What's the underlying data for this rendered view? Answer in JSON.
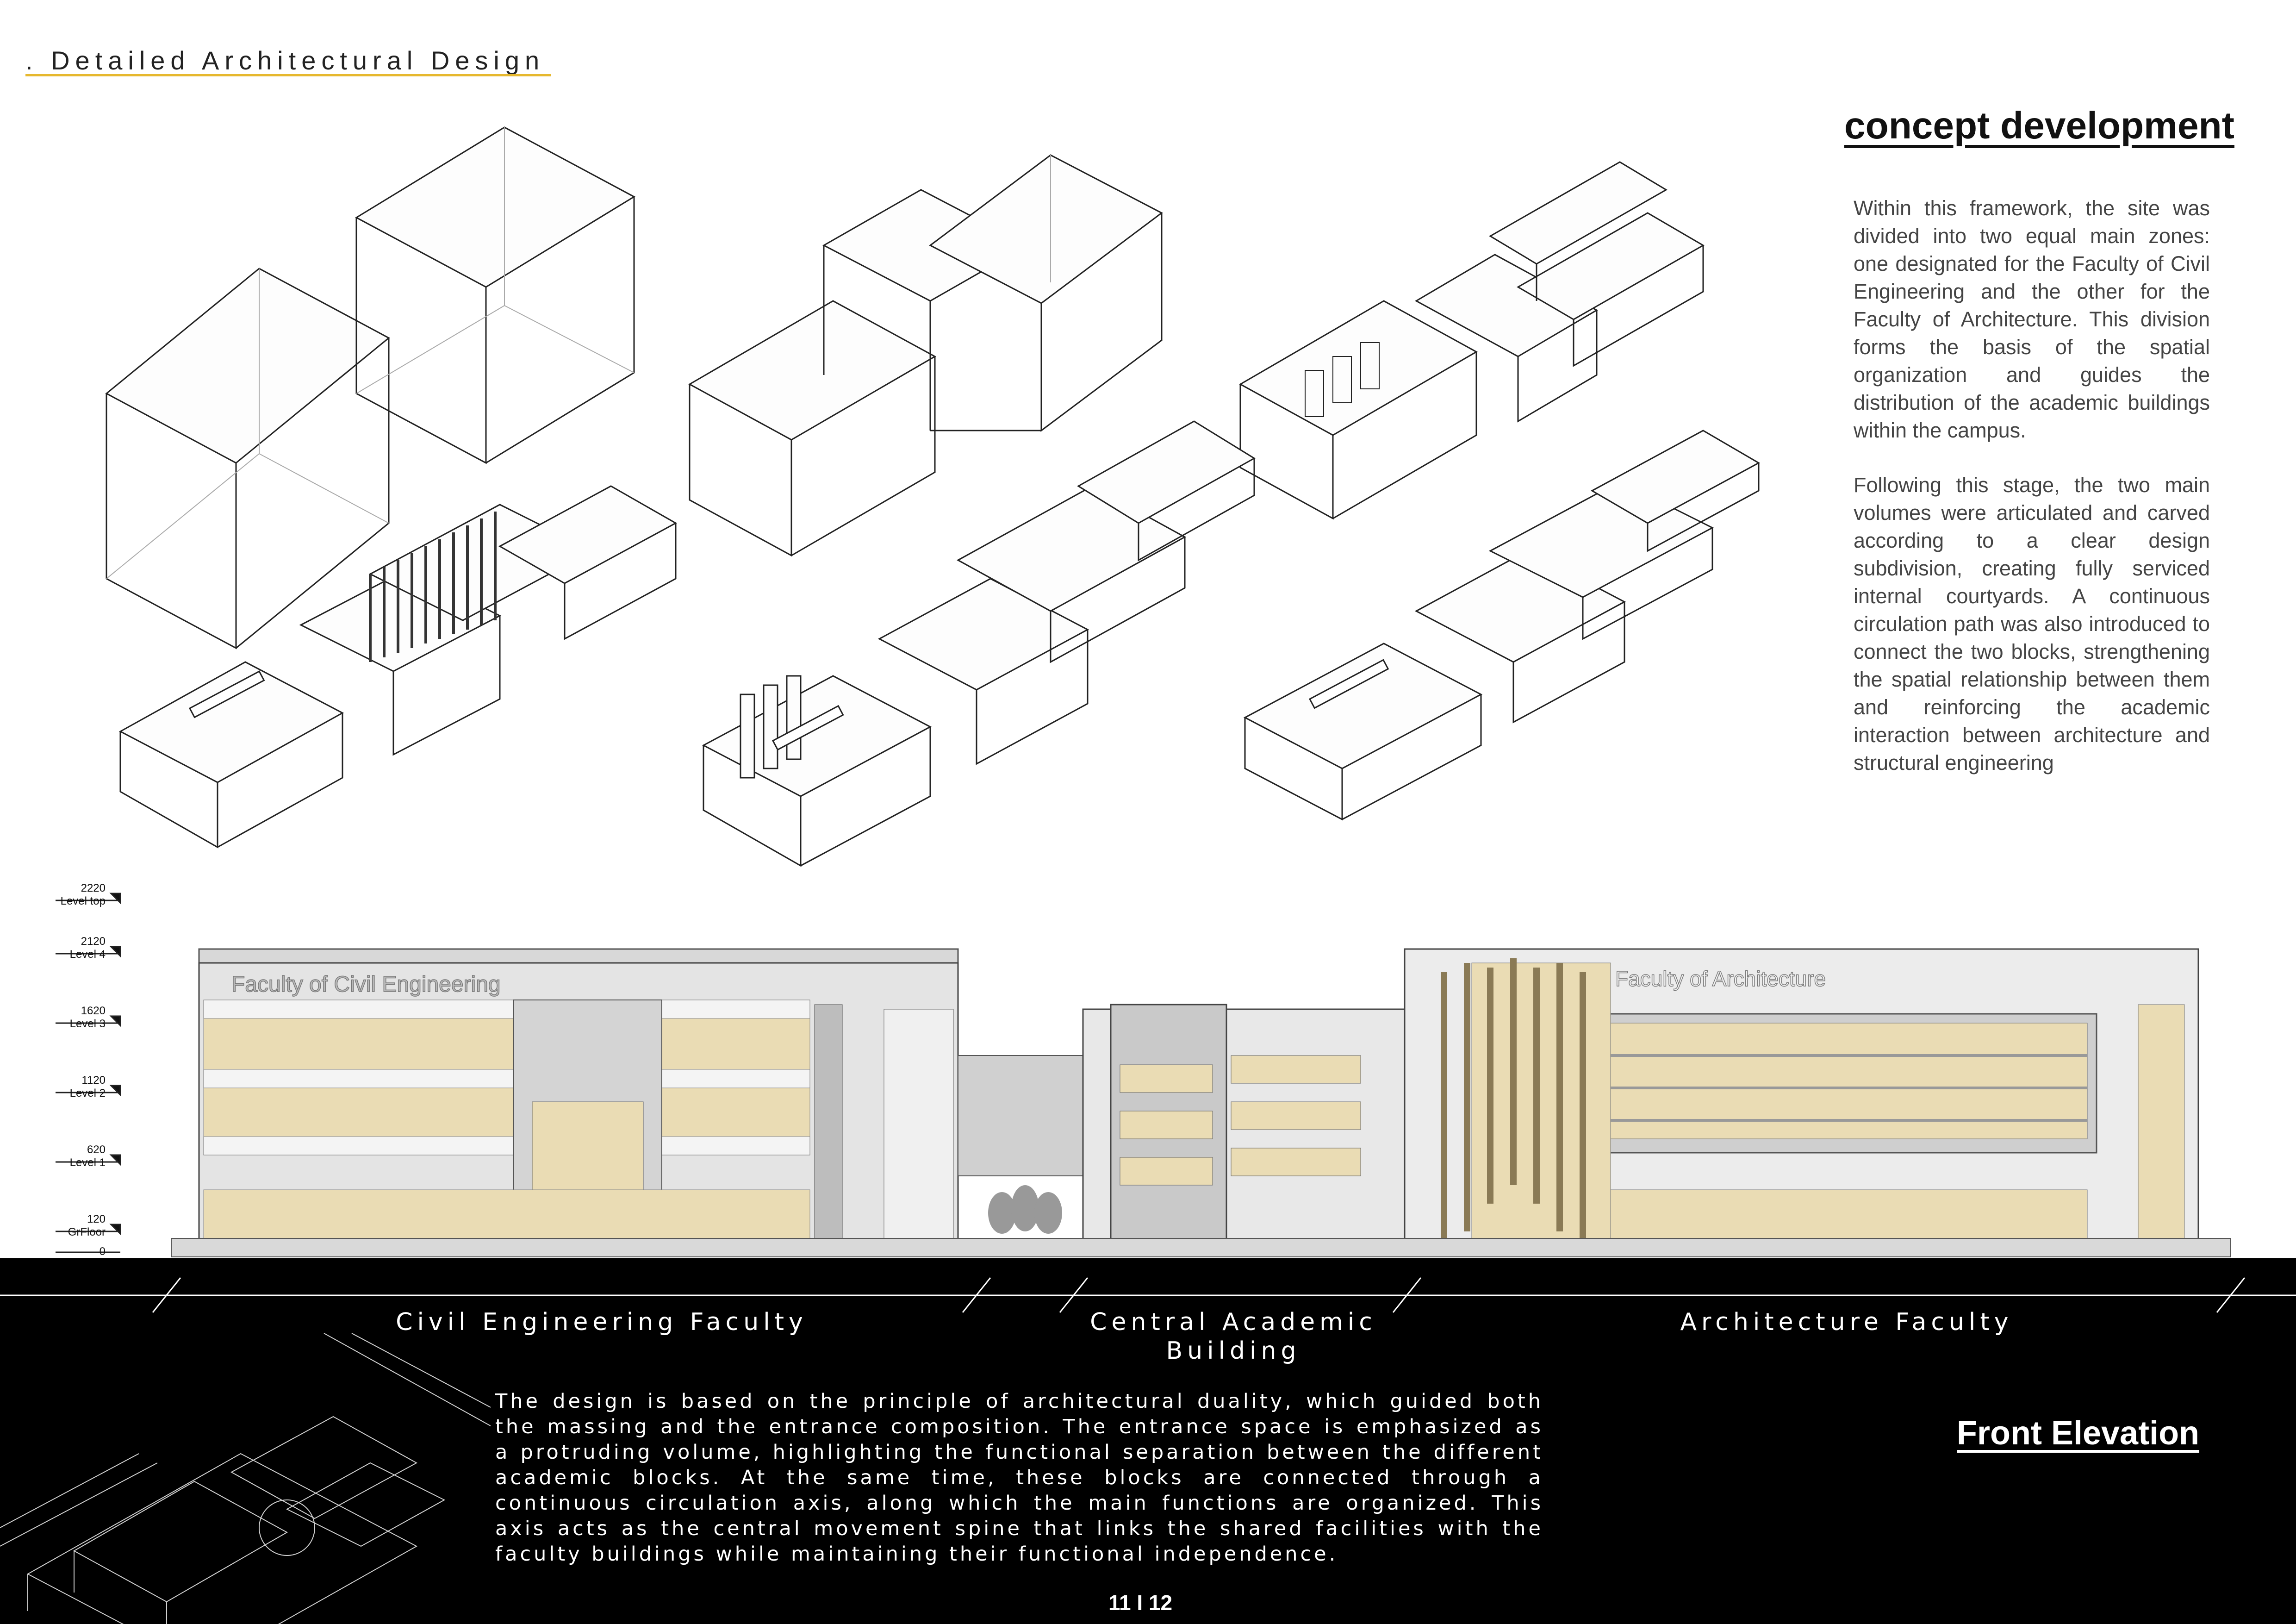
{
  "header": {
    "title": ". Detailed Architectural Design"
  },
  "concept": {
    "title": "concept development",
    "paragraph_1": "Within this framework, the site was divided into two equal main zones: one designated for the Faculty of Civil Engineering and the other for the Faculty of Architecture. This division forms the basis of the spatial organization and guides the distribution of the academic buildings within the campus.",
    "paragraph_2": "Following this stage, the two main volumes were articulated and carved according to a clear design subdivision, creating fully serviced internal courtyards. A continuous circulation path was also introduced to connect the two blocks, strengthening the spatial relationship between them and reinforcing the academic interaction between architecture and structural engineering"
  },
  "elevation": {
    "levels": [
      {
        "value": "2220",
        "name": "Level top"
      },
      {
        "value": "2120",
        "name": "Level 4"
      },
      {
        "value": "1620",
        "name": "Level 3"
      },
      {
        "value": "1120",
        "name": "Level 2"
      },
      {
        "value": "620",
        "name": "Level 1"
      },
      {
        "value": "120",
        "name": "GrFloor"
      },
      {
        "value": "0",
        "name": ""
      }
    ],
    "civil_sign": "Faculty of Civil Engineering",
    "arch_sign": "Faculty of Architecture"
  },
  "band": {
    "civil_label": "Civil Engineering Faculty",
    "central_label_1": "Central Academic",
    "central_label_2": "Building",
    "arch_label": "Architecture Faculty",
    "description": "The design is based on the principle of architectural duality, which guided both the massing and the entrance composition. The entrance space is emphasized as a protruding volume, highlighting the functional separation between the different academic blocks. At the same time, these blocks are connected through a continuous circulation axis, along which the main functions are organized. This axis acts as the central movement spine that links the shared facilities with the faculty buildings while maintaining their functional independence.",
    "front_title": "Front Elevation",
    "page_number": "11 I 12"
  },
  "colors": {
    "accent_line": "#e6b82e",
    "band": "#000000",
    "glass": "#eadcb4"
  }
}
